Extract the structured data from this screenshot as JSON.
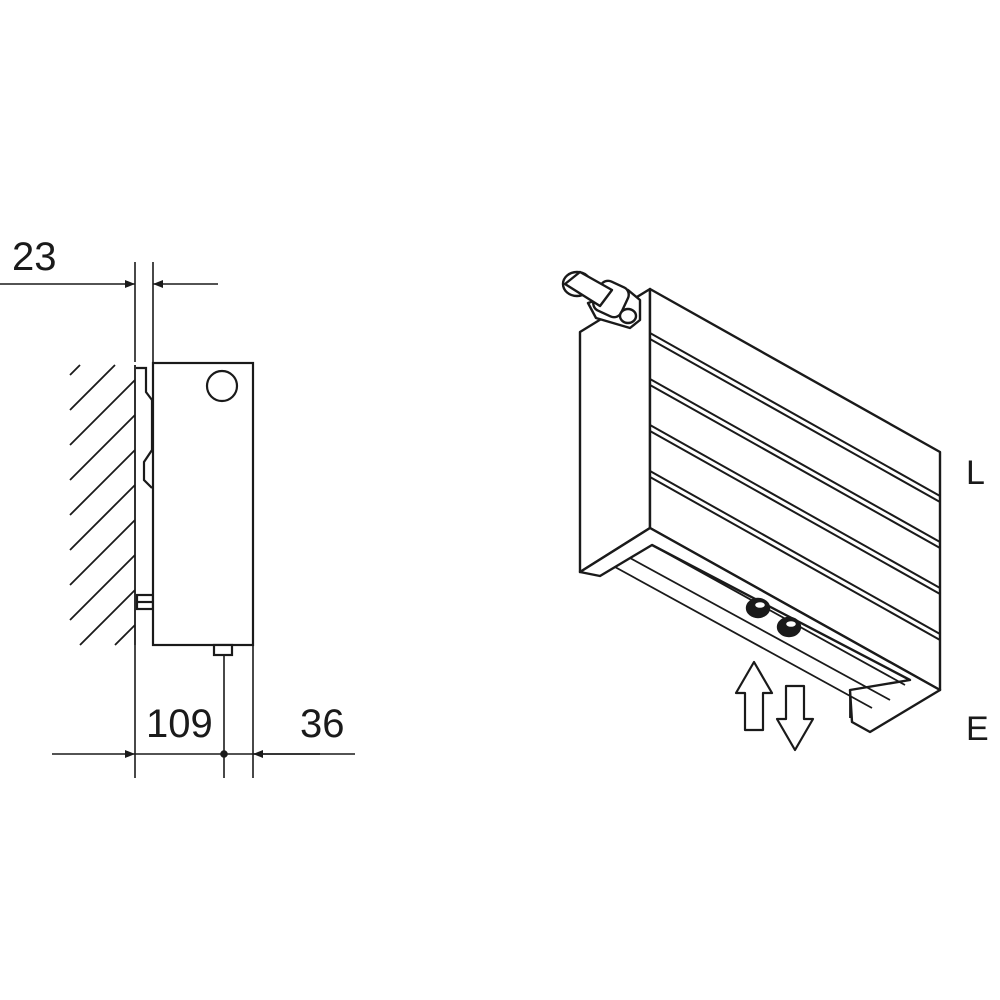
{
  "diagram": {
    "side_view": {
      "dimensions": {
        "wall_gap": "23",
        "depth": "109",
        "connection_offset": "36"
      }
    },
    "perspective_view": {
      "flow_markers": {
        "upper": "L",
        "lower": "E"
      }
    },
    "colors": {
      "line": "#1a1a1a",
      "background": "#ffffff"
    }
  }
}
